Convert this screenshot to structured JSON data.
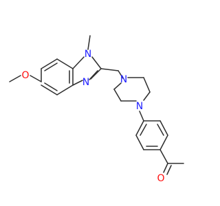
{
  "atoms": {
    "methoxy_o": "O",
    "n_methyl": "N",
    "n_imine": "N",
    "piperazine_n1": "N",
    "piperazine_n4": "N",
    "ketone_o": "O"
  },
  "colors": {
    "bond": "#303030",
    "nitrogen": "#2020ff",
    "oxygen": "#ff0d0d"
  }
}
